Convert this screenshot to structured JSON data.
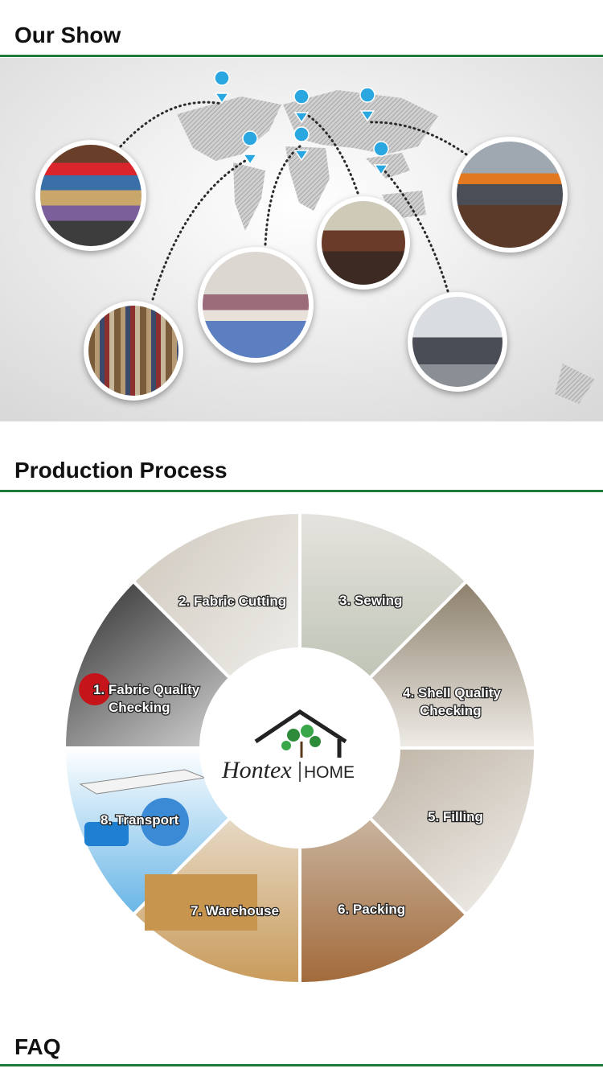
{
  "sections": {
    "our_show": {
      "title": "Our Show"
    },
    "production_process": {
      "title": "Production Process"
    },
    "faq": {
      "title": "FAQ"
    }
  },
  "colors": {
    "accent_rule": "#1e7a3b",
    "map_land": "#b9b9b9",
    "pin": "#2aa6e0"
  },
  "production_steps": [
    {
      "line1": "1. Fabric Quality",
      "line2": "Checking"
    },
    {
      "line1": "2. Fabric Cutting",
      "line2": ""
    },
    {
      "line1": "3. Sewing",
      "line2": ""
    },
    {
      "line1": "4. Shell Quality",
      "line2": "Checking"
    },
    {
      "line1": "5. Filling",
      "line2": ""
    },
    {
      "line1": "6. Packing",
      "line2": ""
    },
    {
      "line1": "7. Warehouse",
      "line2": ""
    },
    {
      "line1": "8. Transport",
      "line2": ""
    }
  ],
  "logo": {
    "script_text": "Hontex",
    "text": "HOME",
    "icon": "house-tree-logo-icon"
  }
}
